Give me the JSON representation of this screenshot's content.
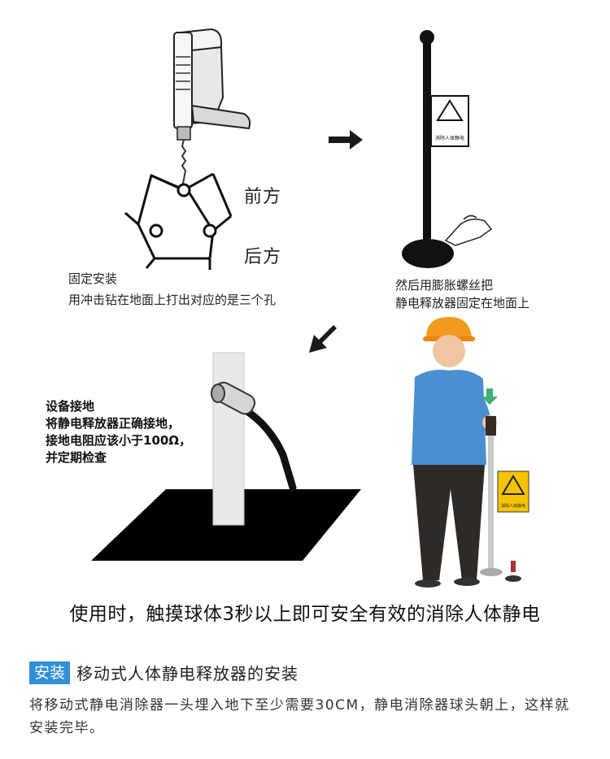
{
  "step1": {
    "front_label": "前方",
    "back_label": "后方",
    "title": "固定安装",
    "desc": "用冲击钻在地面上打出对应的是三个孔"
  },
  "step2": {
    "desc": "然后用膨胀螺丝把\n静电释放器固定在地面上",
    "sign_text": "消除人体静电"
  },
  "step3": {
    "desc": "设备接地\n将静电释放器正确接地，\n接地电阻应该小于100Ω，\n并定期检查",
    "sign_text": "消除人体静电"
  },
  "caption": "使用时，触摸球体3秒以上即可安全有效的消除人体静电",
  "section": {
    "badge": "安装",
    "title": "移动式人体静电释放器的安装",
    "body": "将移动式静电消除器一头埋入地下至少需要30CM，静电消除器球头朝上，这样就安装完毕。"
  },
  "colors": {
    "accent": "#2f8fd8",
    "helmet": "#f39a1f",
    "shirt": "#4a8fd0",
    "pants": "#2e2a28",
    "sign_yellow": "#f5c400",
    "arrow_green": "#3bb273"
  },
  "icons": [
    "drill-icon",
    "arrow-right-icon",
    "arrow-down-left-icon",
    "warning-sign-icon",
    "hand-icon"
  ]
}
